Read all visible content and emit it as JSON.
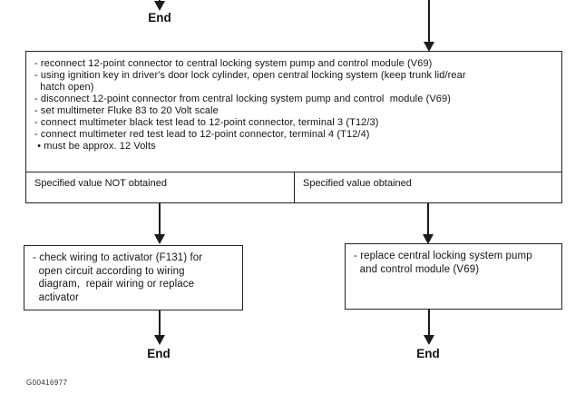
{
  "colors": {
    "ink": "#1c1c1c",
    "paper": "#ffffff"
  },
  "flowchart": {
    "top_end": {
      "label": "End"
    },
    "procedure_box": {
      "lines": [
        "- reconnect 12-point connector to central locking system pump and control module (V69)",
        "- using ignition key in driver's door lock cylinder, open central locking system (keep trunk lid/rear",
        "  hatch open)",
        "- disconnect 12-point connector from central locking system pump and control  module (V69)",
        "- set multimeter Fluke 83 to 20 Volt scale",
        "- connect multimeter black test lead to 12-point connector, terminal 3 (T12/3)",
        "- connect multimeter red test lead to 12-point connector, terminal 4 (T12/4)",
        " • must be approx. 12 Volts"
      ]
    },
    "outcomes": {
      "not_obtained": "Specified value NOT obtained",
      "obtained": "Specified value obtained"
    },
    "left_action": {
      "lines": [
        "- check wiring to activator (F131) for",
        "  open circuit according to wiring",
        "  diagram,  repair wiring or replace",
        "  activator"
      ]
    },
    "right_action": {
      "lines": [
        "- replace central locking system pump",
        "  and control module (V69)"
      ]
    },
    "left_end": {
      "label": "End"
    },
    "right_end": {
      "label": "End"
    }
  },
  "footer": {
    "figure_id": "G00416977"
  }
}
